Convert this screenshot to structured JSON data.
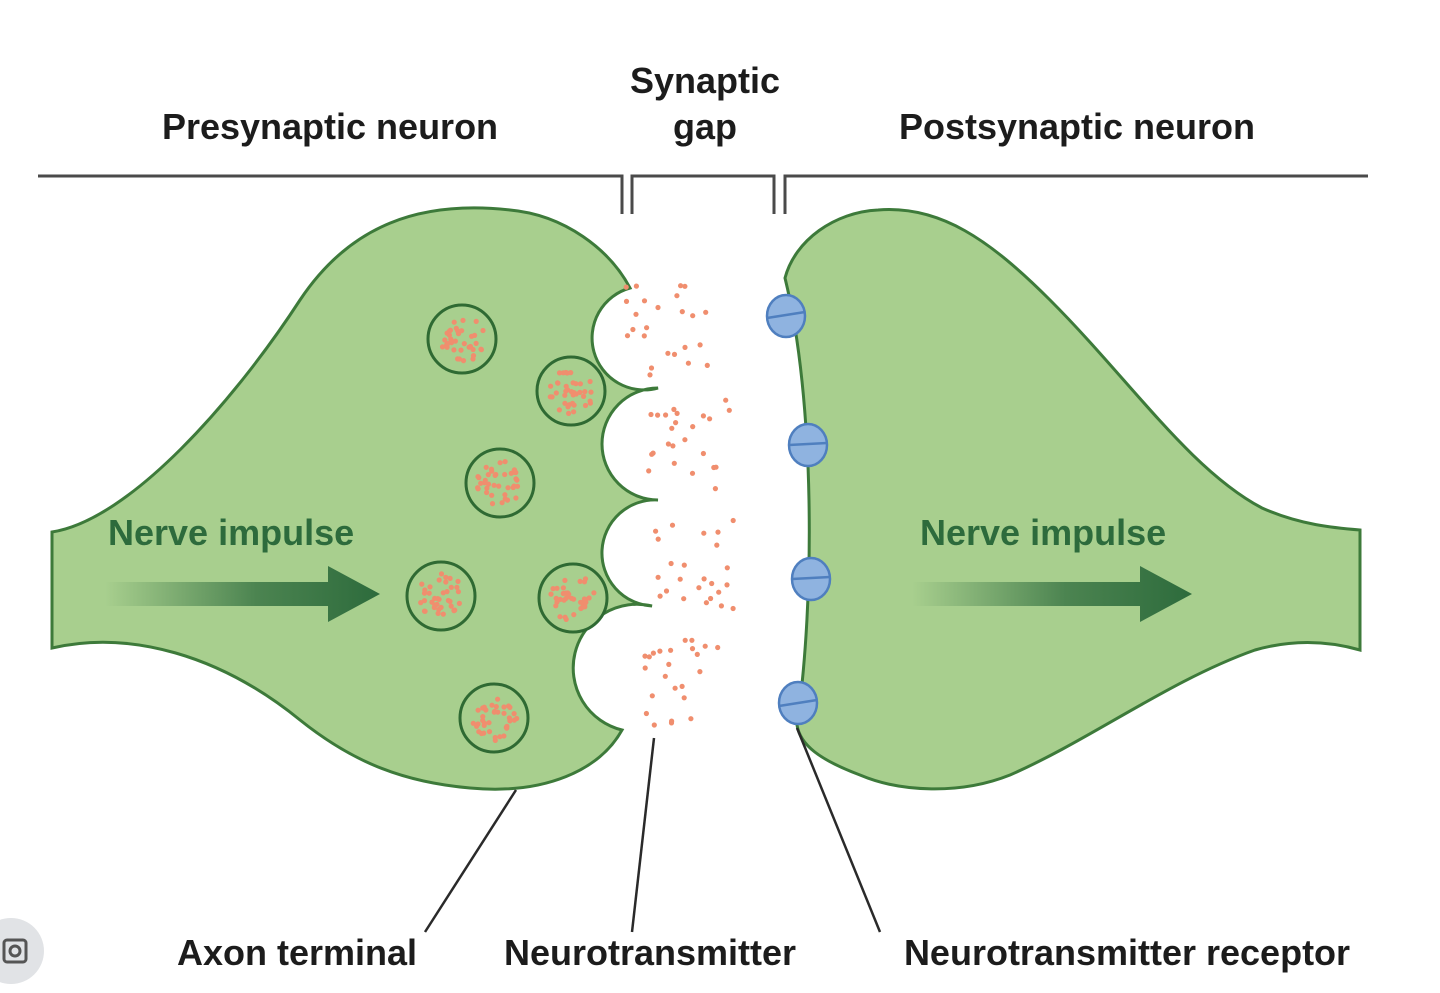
{
  "diagram": {
    "labels": {
      "presynaptic": "Presynaptic neuron",
      "synaptic_gap_line1": "Synaptic",
      "synaptic_gap_line2": "gap",
      "postsynaptic": "Postsynaptic neuron",
      "nerve_impulse_left": "Nerve impulse",
      "nerve_impulse_right": "Nerve impulse",
      "axon_terminal": "Axon terminal",
      "neurotransmitter": "Neurotransmitter",
      "neurotransmitter_receptor": "Neurotransmitter receptor"
    },
    "colors": {
      "neuron_fill": "#a8cf8e",
      "neuron_outline": "#3d7a3a",
      "arrow_dark": "#2d6b3c",
      "neurotransmitter": "#f08e6e",
      "receptor": "#8fb3e0"
    },
    "icons": {
      "corner_button": "lens-icon"
    }
  }
}
